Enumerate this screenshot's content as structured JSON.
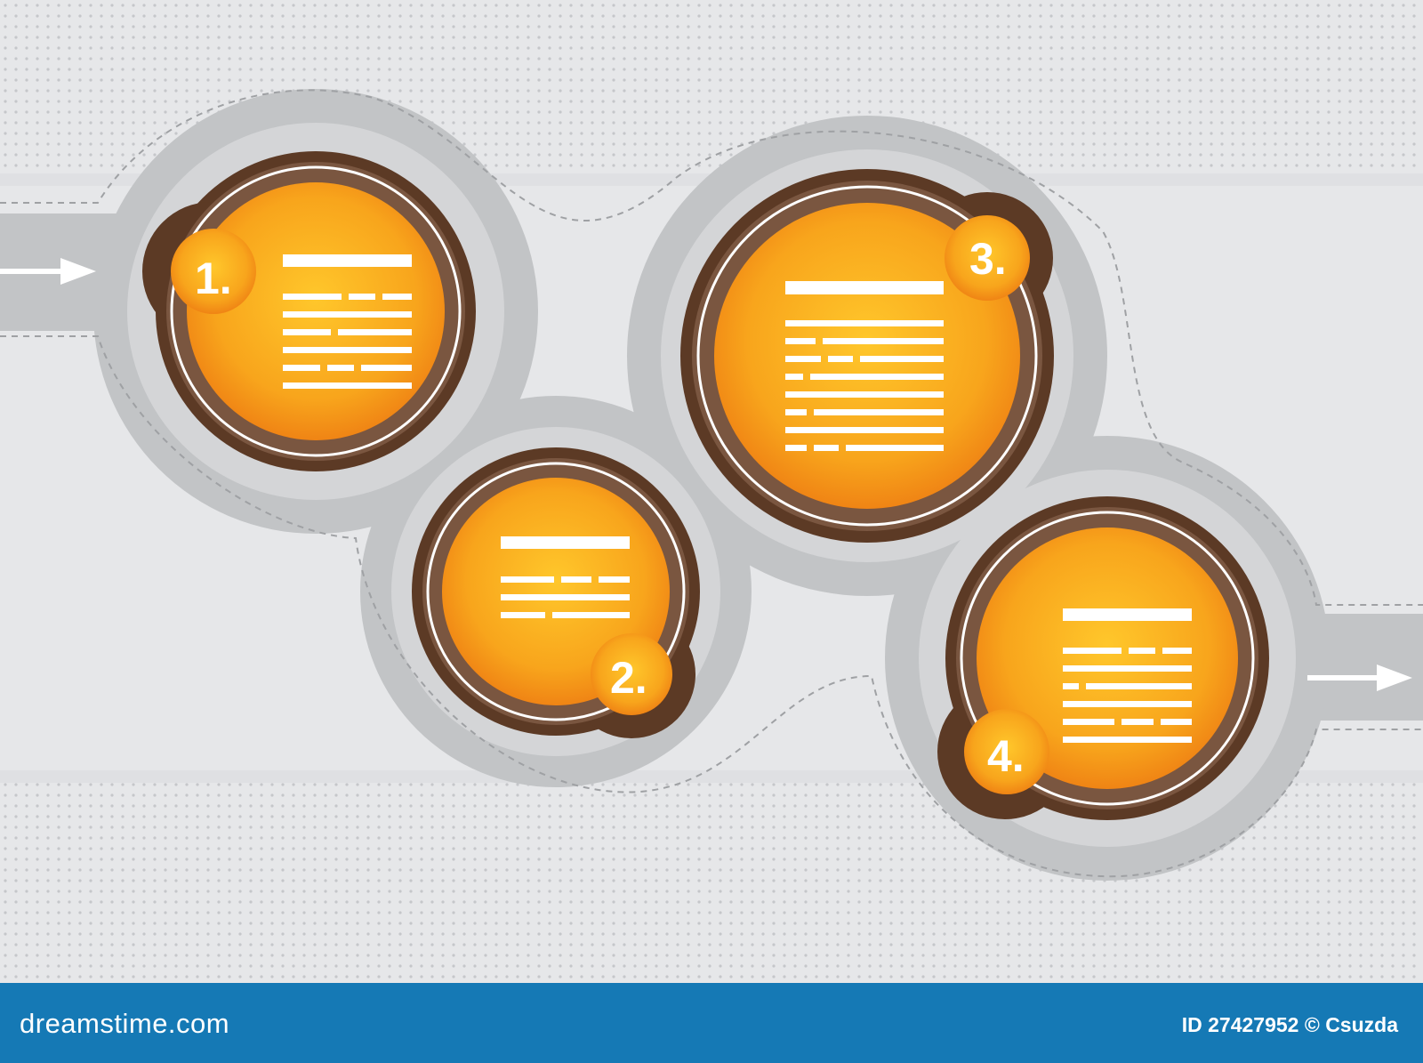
{
  "diagram": {
    "steps": [
      {
        "number": "1."
      },
      {
        "number": "2."
      },
      {
        "number": "3."
      },
      {
        "number": "4."
      }
    ],
    "colors": {
      "background": "#e6e7e9",
      "orange": "#f7a11a",
      "brown_ring": "#5c3a25",
      "gray_track": "#b7b9bb"
    },
    "icons": [
      "arrow-right-icon",
      "arrow-right-icon"
    ]
  },
  "footer": {
    "brand": "dreamstime.com",
    "credit": "ID 27427952 © Csuzda",
    "color": "#1579b5"
  }
}
